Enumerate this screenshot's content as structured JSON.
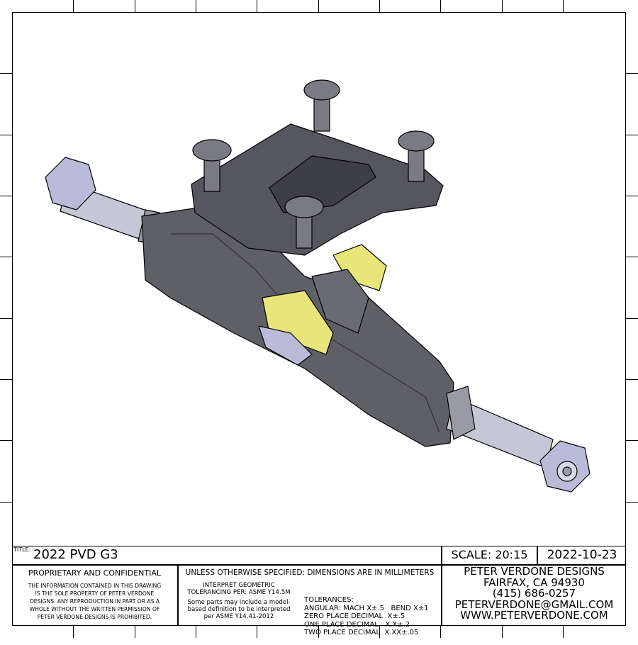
{
  "title_label": "TITLE:",
  "title": "2022 PVD G3",
  "scale": "SCALE: 20:15",
  "date": "2022-10-23",
  "proprietary": {
    "heading": "PROPRIETARY AND CONFIDENTIAL",
    "lines": [
      "THE INFORMATION CONTAINED IN THIS DRAWING",
      "IS THE SOLE PROPERTY OF PETER VERDONE",
      "DESIGNS.  ANY  REPRODUCTION IN PART OR AS A",
      "WHOLE WITHOUT THE WRITTEN PERMISSION OF",
      "PETER VERDONE DESIGNS IS PROHIBITED."
    ]
  },
  "units": "UNLESS OTHERWISE SPECIFIED: DIMENSIONS ARE IN MILLIMETERS",
  "tolerancing": {
    "lines": [
      "INTERPRET GEOMETRIC",
      "TOLERANCING PER: ASME Y14.5M"
    ],
    "mbd": [
      "Some parts may include a model-",
      "based definition to be interpreted",
      "per ASME Y14.41-2012"
    ]
  },
  "tolerances": [
    "TOLERANCES:",
    "ANGULAR: MACH X±.5   BEND X±1",
    "ZERO PLACE DECIMAL  X±.5",
    "ONE PLACE DECIMAL   X.X±.2",
    "TWO PLACE DECIMAL  X.XX±.05"
  ],
  "company": [
    "PETER VERDONE DESIGNS",
    "FAIRFAX, CA 94930",
    "(415) 686-0257",
    "PETERVERDONE@GMAIL.COM",
    "WWW.PETERVERDONE.COM"
  ],
  "colors": {
    "body": "#5f5f66",
    "bushing": "#e8e67a",
    "axle": "#c9cad8",
    "line": "#000000"
  }
}
